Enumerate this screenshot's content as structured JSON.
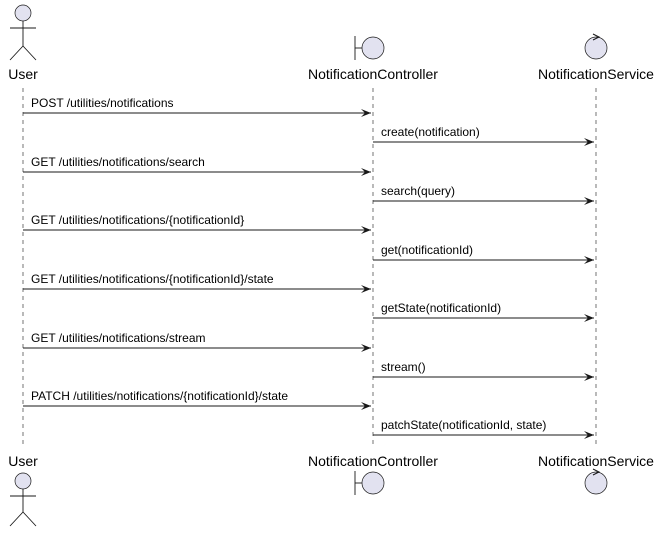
{
  "participants": [
    {
      "id": "user",
      "label": "User",
      "kind": "actor"
    },
    {
      "id": "controller",
      "label": "NotificationController",
      "kind": "boundary"
    },
    {
      "id": "service",
      "label": "NotificationService",
      "kind": "control"
    }
  ],
  "messages": [
    {
      "from": "user",
      "to": "controller",
      "label": "POST /utilities/notifications"
    },
    {
      "from": "controller",
      "to": "service",
      "label": "create(notification)"
    },
    {
      "from": "user",
      "to": "controller",
      "label": "GET /utilities/notifications/search"
    },
    {
      "from": "controller",
      "to": "service",
      "label": "search(query)"
    },
    {
      "from": "user",
      "to": "controller",
      "label": "GET /utilities/notifications/{notificationId}"
    },
    {
      "from": "controller",
      "to": "service",
      "label": "get(notificationId)"
    },
    {
      "from": "user",
      "to": "controller",
      "label": "GET /utilities/notifications/{notificationId}/state"
    },
    {
      "from": "controller",
      "to": "service",
      "label": "getState(notificationId)"
    },
    {
      "from": "user",
      "to": "controller",
      "label": "GET /utilities/notifications/stream"
    },
    {
      "from": "controller",
      "to": "service",
      "label": "stream()"
    },
    {
      "from": "user",
      "to": "controller",
      "label": "PATCH /utilities/notifications/{notificationId}/state"
    },
    {
      "from": "controller",
      "to": "service",
      "label": "patchState(notificationId, state)"
    }
  ],
  "colors": {
    "participant_fill": "#E2E2F0",
    "line": "#181818"
  }
}
